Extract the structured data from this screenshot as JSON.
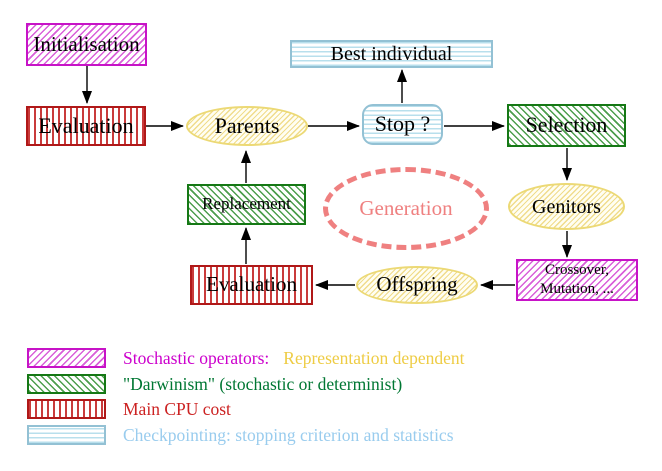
{
  "diagram": {
    "nodes": {
      "initialisation": {
        "label": "Initialisation"
      },
      "evaluation_top": {
        "label": "Evaluation"
      },
      "parents": {
        "label": "Parents"
      },
      "best_individual": {
        "label": "Best individual"
      },
      "stop": {
        "label": "Stop ?"
      },
      "selection": {
        "label": "Selection"
      },
      "generation": {
        "label": "Generation"
      },
      "genitors": {
        "label": "Genitors"
      },
      "replacement": {
        "label": "Replacement"
      },
      "evaluation_bottom": {
        "label": "Evaluation"
      },
      "offspring": {
        "label": "Offspring"
      },
      "crossover_mutation": {
        "line1": "Crossover,",
        "line2": "Mutation, ..."
      }
    },
    "colors": {
      "stochastic_magenta": "#cc00cc",
      "darwinism_green": "#157815",
      "cpu_cost_red": "#b01818",
      "checkpoint_cyan": "#93c1d4",
      "operand_yellow": "#ecd975",
      "generation_salmon": "#ef8080",
      "arrow_black": "#000000",
      "representation_gold": "#eecc44"
    }
  },
  "legend": {
    "items": [
      {
        "label": "Stochastic operators:",
        "label2": "Representation dependent"
      },
      {
        "label": "\"Darwinism\" (stochastic or determinist)"
      },
      {
        "label": "Main CPU cost"
      },
      {
        "label": "Checkpointing: stopping criterion and statistics"
      }
    ]
  }
}
